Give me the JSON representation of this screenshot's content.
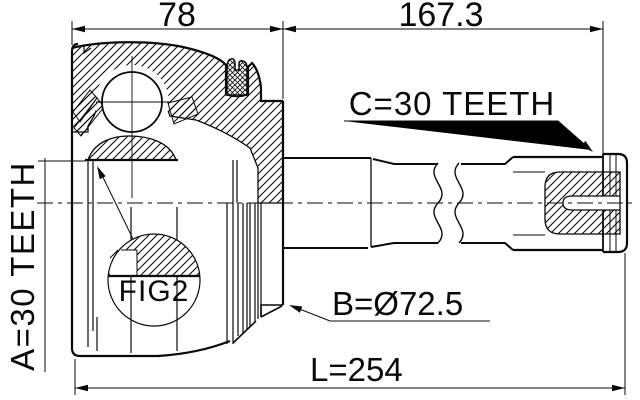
{
  "drawing": {
    "labels": {
      "dim_cup_width": "78",
      "dim_shaft_length": "167.3",
      "outer_spline": "C=30 TEETH",
      "inner_spline": "A=30 TEETH",
      "detail_figure": "FIG2",
      "boot_diameter": "B=Ø72.5",
      "overall_length": "L=254"
    },
    "colors": {
      "ink": "#0a0a0a",
      "paper": "#ffffff"
    }
  }
}
